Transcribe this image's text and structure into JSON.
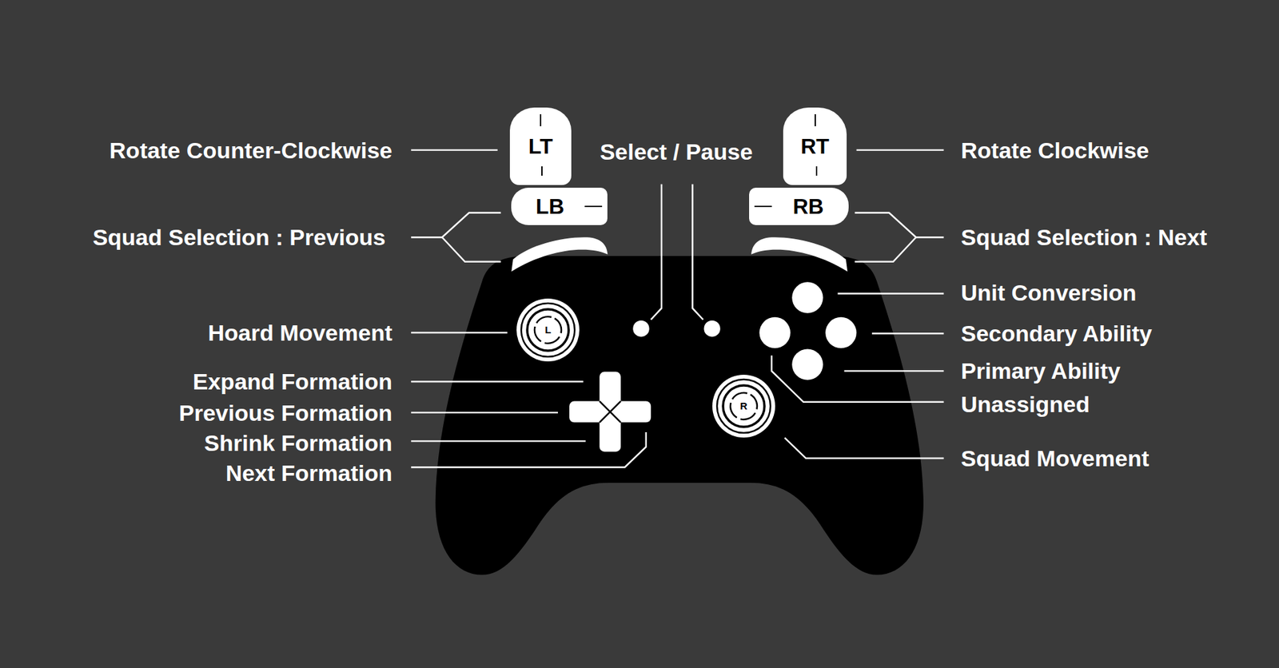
{
  "diagram": {
    "nodes": [
      {
        "text": [
          "LT"
        ]
      },
      {
        "text": [
          "RT"
        ]
      },
      {
        "text": [
          "LB"
        ]
      },
      {
        "text": [
          "RB"
        ]
      },
      {
        "text": [
          "L"
        ]
      },
      {
        "text": [
          "R"
        ]
      }
    ],
    "labels": [
      "Rotate Counter-Clockwise",
      "Select / Pause",
      "Rotate Clockwise",
      "Squad Selection : Previous",
      "Squad Selection : Next",
      "Unit Conversion",
      "Hoard Movement",
      "Secondary Ability",
      "Primary Ability",
      "Expand Formation",
      "Unassigned",
      "Previous Formation",
      "Shrink Formation",
      "Squad Movement",
      "Next Formation"
    ]
  }
}
